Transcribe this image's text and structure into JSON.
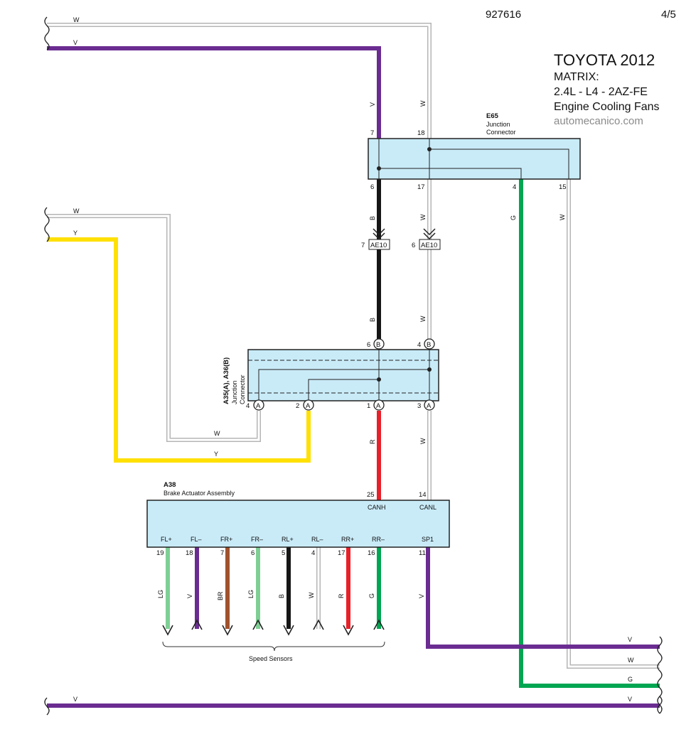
{
  "header": {
    "doc_id": "927616",
    "page": "4/5"
  },
  "title_block": {
    "make_year": "TOYOTA 2012",
    "model": "MATRIX:",
    "engine": "2.4L - L4 - 2AZ-FE",
    "system": "Engine Cooling Fans",
    "source": "automecanico.com"
  },
  "connectors": {
    "e65": {
      "id": "E65",
      "line1": "Junction",
      "line2": "Connector",
      "pins": {
        "p7": "7",
        "p18": "18",
        "p6": "6",
        "p17": "17",
        "p4": "4",
        "p15": "15"
      }
    },
    "ae10": {
      "name": "AE10",
      "pin_left": "7",
      "pin_right": "6"
    },
    "a35": {
      "id": "A35(A), A36(B)",
      "line1": "Junction",
      "line2": "Connector",
      "pins": {
        "p6": "6",
        "p4": "4",
        "p4a": "4",
        "p2": "2",
        "p1": "1",
        "p3": "3"
      },
      "tag_a": "A",
      "tag_b": "B"
    },
    "a38": {
      "id": "A38",
      "name": "Brake Actuator Assembly",
      "top_pins": [
        {
          "num": "25",
          "sig": "CANH"
        },
        {
          "num": "14",
          "sig": "CANL"
        }
      ],
      "bottom_pins": [
        {
          "num": "19",
          "sig": "FL+",
          "color": "LG"
        },
        {
          "num": "18",
          "sig": "FL–",
          "color": "V"
        },
        {
          "num": "7",
          "sig": "FR+",
          "color": "BR"
        },
        {
          "num": "6",
          "sig": "FR–",
          "color": "LG"
        },
        {
          "num": "5",
          "sig": "RL+",
          "color": "B"
        },
        {
          "num": "4",
          "sig": "RL–",
          "color": "W"
        },
        {
          "num": "17",
          "sig": "RR+",
          "color": "R"
        },
        {
          "num": "16",
          "sig": "RR–",
          "color": "G"
        },
        {
          "num": "11",
          "sig": "SP1",
          "color": "V"
        }
      ],
      "speed_sensors": "Speed Sensors"
    }
  },
  "wire_labels": {
    "top_w": "W",
    "top_v": "V",
    "e65_in_v": "V",
    "e65_in_w": "W",
    "e65_out_b": "B",
    "e65_out_w": "W",
    "e65_out_g": "G",
    "e65_out_w15": "W",
    "mid_b": "B",
    "mid_w": "W",
    "left_w": "W",
    "left_y": "Y",
    "bottom_w": "W",
    "bottom_y": "Y",
    "canh_r": "R",
    "canl_w": "W",
    "right_v": "V",
    "right_w": "W",
    "right_g": "G",
    "bottom_bus_left": "V",
    "bottom_bus_right": "V"
  },
  "colors": {
    "violet": "#6a2c91",
    "white_wire": "#b5b5b5",
    "yellow": "#ffe000",
    "black": "#161616",
    "red": "#e8202a",
    "green": "#00a651",
    "light_green": "#7fcf95",
    "brown": "#a0522d",
    "box_fill": "#c9ebf8"
  }
}
